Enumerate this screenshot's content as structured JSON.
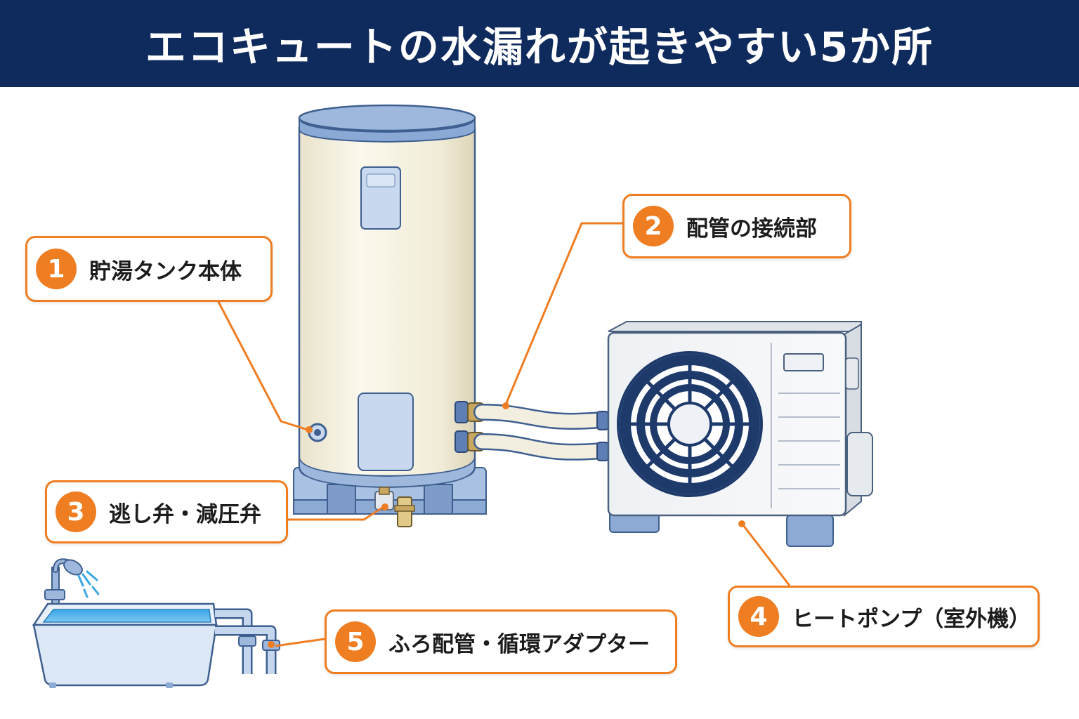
{
  "title": "エコキュートの水漏れが起きやすい5か所",
  "callouts": [
    {
      "number": "1",
      "label": "貯湯タンク本体"
    },
    {
      "number": "2",
      "label": "配管の接続部"
    },
    {
      "number": "3",
      "label": "逃し弁・減圧弁"
    },
    {
      "number": "4",
      "label": "ヒートポンプ（室外機）"
    },
    {
      "number": "5",
      "label": "ふろ配管・循環アダプター"
    }
  ],
  "colors": {
    "header_bg": "#0f2a5c",
    "accent_orange": "#ef7d22",
    "tank_body": "#f5f1e0",
    "metal_blue": "#9db8dc",
    "fan_navy": "#1d3a6b"
  },
  "icons": [
    "shower-head-icon",
    "water-drop-icon",
    "fan-icon"
  ]
}
